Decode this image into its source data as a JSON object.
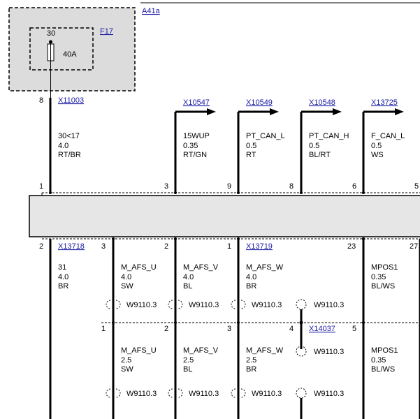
{
  "modules": {
    "a41a": "A41a",
    "f17": "F17",
    "fuse_pin": "30",
    "fuse_rating": "40A"
  },
  "connectors": {
    "x11003": "X11003",
    "x10547": "X10547",
    "x10549": "X10549",
    "x10548": "X10548",
    "x13725": "X13725",
    "x13718": "X13718",
    "x13719": "X13719",
    "x14037": "X14037"
  },
  "pins": {
    "p8_top": "8",
    "p1": "1",
    "p3": "3",
    "p9": "9",
    "p8": "8",
    "p6": "6",
    "p5": "5",
    "b2": "2",
    "b3": "3",
    "b2b": "2",
    "b1": "1",
    "b23": "23",
    "b27": "27",
    "c1": "1",
    "c2": "2",
    "c3": "3",
    "c4": "4",
    "c5": "5"
  },
  "wires_top": [
    {
      "name": "30<17",
      "size": "4.0",
      "color": "RT/BR"
    },
    {
      "name": "15WUP",
      "size": "0.35",
      "color": "RT/GN"
    },
    {
      "name": "PT_CAN_L",
      "size": "0.5",
      "color": "RT"
    },
    {
      "name": "PT_CAN_H",
      "size": "0.5",
      "color": "BL/RT"
    },
    {
      "name": "F_CAN_L",
      "size": "0.5",
      "color": "WS"
    }
  ],
  "wires_mid": [
    {
      "name": "31",
      "size": "4.0",
      "color": "BR"
    },
    {
      "name": "M_AFS_U",
      "size": "4.0",
      "color": "SW"
    },
    {
      "name": "M_AFS_V",
      "size": "4.0",
      "color": "BL"
    },
    {
      "name": "M_AFS_W",
      "size": "4.0",
      "color": "BR"
    },
    {
      "name": "MPOS1",
      "size": "0.35",
      "color": "BL/WS"
    }
  ],
  "wires_low": [
    {
      "name": "M_AFS_U",
      "size": "2.5",
      "color": "SW"
    },
    {
      "name": "M_AFS_V",
      "size": "2.5",
      "color": "BL"
    },
    {
      "name": "M_AFS_W",
      "size": "2.5",
      "color": "BR"
    },
    {
      "name": "MPOS1",
      "size": "0.35",
      "color": "BL/WS"
    }
  ],
  "splices": {
    "s1": "W9110.3",
    "s2": "W9110.3",
    "s3": "W9110.3",
    "s4": "W9110.3",
    "s5": "W9110.3",
    "s6": "W9110.3",
    "s7": "W9110.3",
    "s8": "W9110.3",
    "s9": "W9110.3"
  }
}
